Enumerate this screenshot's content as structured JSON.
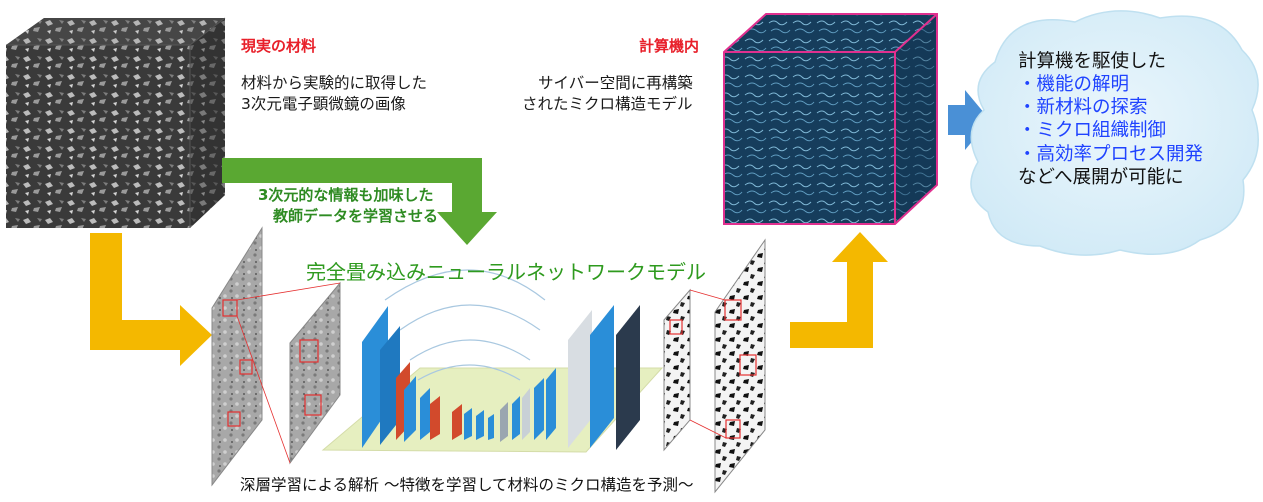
{
  "left_block": {
    "title": "現実の材料",
    "description_line1": "材料から実験的に取得した",
    "description_line2": "3次元電子顕微鏡の画像"
  },
  "right_block": {
    "title": "計算機内",
    "description_line1": "サイバー空間に再構築",
    "description_line2": "されたミクロ構造モデル"
  },
  "training_note": {
    "line1": "3次元的な情報も加味した",
    "line2": "教師データを学習させる"
  },
  "network": {
    "title": "完全畳み込みニューラルネットワークモデル",
    "caption": "深層学習による解析 ～特徴を学習して材料のミクロ構造を予測～"
  },
  "cloud": {
    "heading": "計算機を駆使した",
    "items": [
      "・機能の解明",
      "・新材料の探索",
      "・ミクロ組織制御",
      "・高効率プロセス開発"
    ],
    "footer": "などへ展開が可能に"
  },
  "colors": {
    "red_label": "#e8202a",
    "green_arrow": "#5aa832",
    "yellow_arrow": "#f4b800",
    "blue_arrow": "#4a90d6",
    "cloud_fill": "#d6eef9",
    "cyber_cube": "#1f4a6a",
    "cyber_edge": "#e0308f",
    "network_layer_blue": "#2a8ed8",
    "network_base": "#e6efc0"
  }
}
